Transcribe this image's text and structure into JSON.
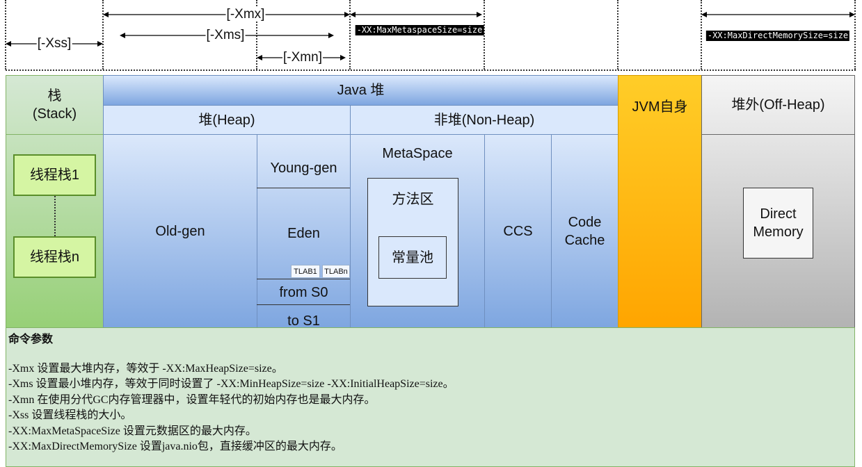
{
  "params": {
    "xss": "[-Xss]",
    "xmx": "[-Xmx]",
    "xms": "[-Xms]",
    "xmn": "[-Xmn]",
    "metaspace": "-XX:MaxMetaspaceSize=size",
    "direct": "-XX:MaxDirectMemorySize=size"
  },
  "stack": {
    "title": "栈",
    "subtitle": "(Stack)",
    "thread1": "线程栈1",
    "threadn": "线程栈n"
  },
  "java_heap": {
    "title": "Java 堆",
    "heap": "堆(Heap)",
    "nonheap": "非堆(Non-Heap)",
    "old": "Old-gen",
    "young": "Young-gen",
    "eden": "Eden",
    "tlab1": "TLAB1",
    "tlabn": "TLABn",
    "s0": "from S0",
    "s1": "to S1",
    "metaspace": "MetaSpace",
    "method_area": "方法区",
    "const_pool": "常量池",
    "ccs": "CCS",
    "code_cache_1": "Code",
    "code_cache_2": "Cache"
  },
  "jvm": {
    "label": "JVM自身"
  },
  "offheap": {
    "title": "堆外(Off-Heap)",
    "direct_1": "Direct",
    "direct_2": "Memory"
  },
  "notes": {
    "title": "命令参数",
    "lines": [
      "-Xmx 设置最大堆内存，等效于 -XX:MaxHeapSize=size。",
      "-Xms 设置最小堆内存，等效于同时设置了 -XX:MinHeapSize=size -XX:InitialHeapSize=size。",
      "-Xmn 在使用分代GC内存管理器中，设置年轻代的初始内存也是最大内存。",
      "-Xss 设置线程栈的大小。",
      "-XX:MaxMetaSpaceSize 设置元数据区的最大内存。",
      "-XX:MaxDirectMemorySize 设置java.nio包，直接缓冲区的最大内存。"
    ]
  },
  "colors": {
    "stack_top": "#d5e8d4",
    "stack_bottom": "#97d077",
    "heap_top": "#dae8fc",
    "heap_bottom": "#7ea6e0",
    "jvm": "#ffaa00",
    "offheap_top": "#f5f5f5",
    "offheap_bottom": "#b3b3b3",
    "notes_bg": "#d5e8d4"
  }
}
